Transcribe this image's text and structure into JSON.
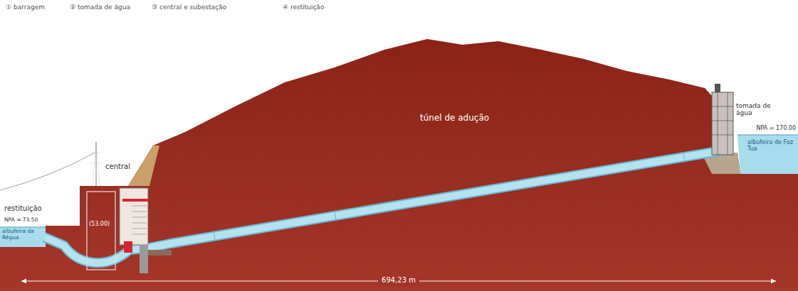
{
  "diagram": {
    "labels": [
      "① barragem",
      "② tomada de água",
      "③ central e subestação",
      "④ restituição",
      "restituição",
      "NPA = 73.50",
      "albufeira da Régua",
      "central",
      "(53.00)",
      "túnel de adução",
      "tomada de água",
      "NPA = 170.00",
      "albufeira de Foz Tua",
      "694,23 m"
    ]
  }
}
